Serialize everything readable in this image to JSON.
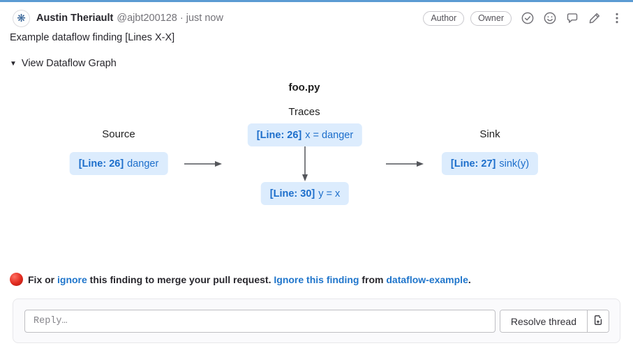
{
  "header": {
    "avatar_glyph": "❋",
    "author_name": "Austin Theriault",
    "meta": "@ajbt200128 · just now",
    "badges": [
      {
        "label": "Author"
      },
      {
        "label": "Owner"
      }
    ],
    "action_icons": [
      "check-circle-icon",
      "smiley-icon",
      "comment-icon",
      "pencil-icon",
      "kebab-icon"
    ]
  },
  "comment": {
    "title": "Example dataflow finding [Lines X-X]",
    "toggle_arrow": "▼",
    "toggle_label": "View Dataflow Graph"
  },
  "graph": {
    "file_label": "foo.py",
    "traces_label": "Traces",
    "source_label": "Source",
    "sink_label": "Sink",
    "nodes": {
      "source": {
        "line": "[Line: 26]",
        "code": "danger"
      },
      "trace1": {
        "line": "[Line: 26]",
        "code": "x = danger"
      },
      "trace2": {
        "line": "[Line: 30]",
        "code": "y = x"
      },
      "sink": {
        "line": "[Line: 27]",
        "code": "sink(y)"
      }
    },
    "colors": {
      "node_bg": "#dcecfd",
      "node_text": "#1c6ecb",
      "arrow": "#54565b"
    }
  },
  "warning": {
    "prefix": "Fix or ",
    "link_ignore": "ignore",
    "middle": " this finding to merge your pull request. ",
    "link_ignore_finding": "Ignore this finding",
    "from_text": " from ",
    "link_repo": "dataflow-example",
    "suffix": "."
  },
  "reply": {
    "placeholder": "Reply…",
    "resolve_button": "Resolve thread",
    "issue_button_icon": "create-issue-icon"
  },
  "colors": {
    "top_bar": "#5b9bd3",
    "link": "#1f75cb",
    "icon_gray": "#737278"
  }
}
